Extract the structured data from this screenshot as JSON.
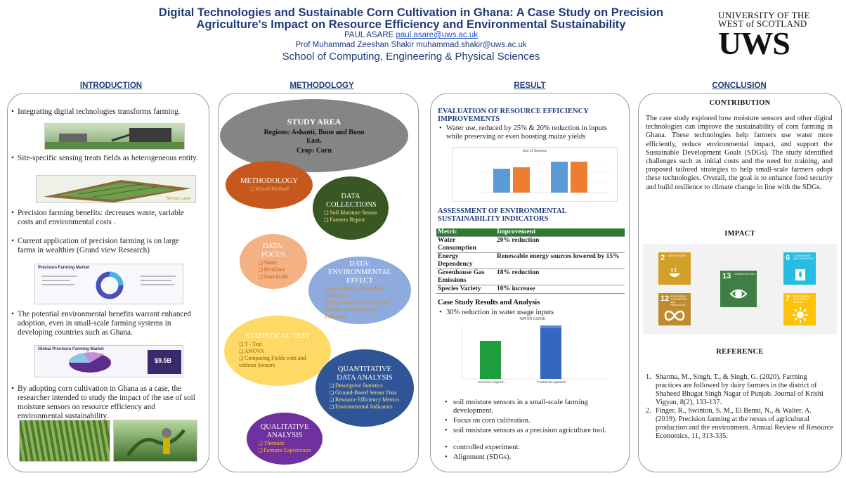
{
  "header": {
    "title_line1": "Digital Technologies and Sustainable Corn Cultivation in Ghana: A Case Study on Precision",
    "title_line2": "Agriculture's Impact on Resource Efficiency and Environmental Sustainability",
    "author1_name": "PAUL ASARE",
    "author1_email": "paul.asare@uws.ac.uk",
    "author2": "Prof Muhammad Zeeshan Shakir muhammad.shakir@uws.ac.uk",
    "school": "School of Computing, Engineering & Physical Sciences",
    "logo_line1": "UNIVERSITY OF THE",
    "logo_line2": "WEST of SCOTLAND",
    "logo_mark": "UWS"
  },
  "sections": {
    "introduction": "INTRODUCTION",
    "methodology": "METHODOLOGY",
    "result": "RESULT",
    "conclusion": "CONCLUSION"
  },
  "introduction": {
    "items": [
      "Integrating digital technologies transforms farming.",
      "Site-specific sensing treats fields as heterogeneous entity.",
      "Precision farming benefits: decreases waste, variable costs and environmental costs .",
      "Current application of precision farming is on large farms in wealthier (Grand view Research)",
      "The potential environmental benefits warrant enhanced adoption, even in small-scale farming systems in developing countries such as Ghana.",
      "By adopting corn cultivation in Ghana as a case, the researcher intended to study the impact of the use of soil moisture sensors on resource efficiency and environmental sustainability."
    ],
    "market1_title": "Precision Farming Market",
    "market2_title": "Global Precision Farming Market",
    "market2_value": "$9.5B",
    "sensor_label": "Sensor Layer"
  },
  "methodology": {
    "study_area": {
      "title": "STUDY AREA",
      "regions": "Regions: Ashanti, Bono and Bono East.",
      "crop": "Crop: Corn"
    },
    "method": {
      "title": "METHODOLOGY",
      "items": [
        "Mixed Method"
      ]
    },
    "data_collections": {
      "title": "DATA COLLECTIONS",
      "items": [
        "Soil Moisture Sensor",
        "Farmers Report"
      ]
    },
    "data_focus": {
      "title": "DATA: FOCUS",
      "items": [
        "Water",
        "Fertilizer",
        "Insecticide"
      ]
    },
    "env_effect": {
      "title": "DATA: ENVIRONMENTAL EFFECT",
      "items": [
        "Agrochemical Residual Reduction",
        "Greenhouse Gas Emission",
        "Other Environmental Indicators"
      ]
    },
    "stat_test": {
      "title": "STATISTICAL TEST",
      "items": [
        "T - Test",
        "ANOVA",
        "Comparing Fields with and without Sensors"
      ]
    },
    "quantitative": {
      "title": "QUANTITATIVE DATA ANALYSIS",
      "items": [
        "Descriptive Statistics",
        "Ground-Based Sensor Data",
        "Resource Efficiency Metrics",
        "Environmental Indicators"
      ]
    },
    "qualitative": {
      "title": "QUALITATIVE ANALYSIS",
      "items": [
        "Thematic",
        "Farmers Experiences"
      ]
    }
  },
  "result": {
    "eval_heading": "EVALUATION OF RESOURCE EFFICIENCY IMPROVEMENTS",
    "eval_bullet": "Water use, reduced by 25% & 20% reduction in inputs while preserving or even boosting maize yields",
    "chart1_title": "Use of Sensors",
    "assess_heading": "ASSESSMENT OF ENVIRONMENTAL SUSTAINABILITY INDICATORS",
    "table": {
      "headers": [
        "Metric",
        "Improvement"
      ],
      "rows": [
        [
          "Water Consumption",
          "20% reduction"
        ],
        [
          "Energy Dependency",
          "Renewable energy sources lowered by 15%"
        ],
        [
          "Greenhouse Gas Emissions",
          "18% reduction"
        ],
        [
          "Species Variety",
          "10% increase"
        ]
      ]
    },
    "case_heading": "Case Study Results and Analysis",
    "case_bullet": "30% reduction in water usage inputs",
    "chart2_title": "WATER USAGE",
    "chart2_labels": [
      "Precision Irrigation",
      "Traditional Approach"
    ],
    "bullets": [
      "soil moisture sensors in a small-scale farming development.",
      "Focus on corn cultivation.",
      "soil moisture sensors as a precision agriculture tool.",
      "controlled experiment.",
      "Alignment (SDGs)."
    ]
  },
  "conclusion": {
    "contribution_heading": "CONTRIBUTION",
    "contribution_text": "The case study explored how moisture sensors and other digital technologies can improve the sustainability of corn farming in Ghana. These technologies help farmers use water more efficiently, reduce environmental impact, and support the Sustainable Development Goals (SDGs). The study identified challenges such as initial costs and the need for training, and proposed tailored strategies to help small-scale farmers adopt these technologies. Overall, the goal is to enhance food security and build resilience to climate change in line with the SDGs.",
    "impact_heading": "IMPACT",
    "sdgs": [
      {
        "num": "2",
        "label": "ZERO HUNGER",
        "color": "#d3a029"
      },
      {
        "num": "6",
        "label": "CLEAN WATER AND SANITATION",
        "color": "#26bde2"
      },
      {
        "num": "13",
        "label": "CLIMATE ACTION",
        "color": "#3f7e44"
      },
      {
        "num": "12",
        "label": "RESPONSIBLE CONSUMPTION AND PRODUCTION",
        "color": "#bf8b2e"
      },
      {
        "num": "7",
        "label": "AFFORDABLE AND CLEAN ENERGY",
        "color": "#fcc30b"
      }
    ],
    "reference_heading": "REFERENCE",
    "references": [
      "Sharma, M., Singh, T., & Singh, G. (2020). Farming practices are followed by dairy farmers in the district of Shaheed Bhugat Singh Nagar of Punjab. Journal of Krishi Vigyan, 8(2), 133-137.",
      "Finger, R., Swinton, S. M., El Benni, N., & Walter, A. (2019). Precision farming at the nexus of agricultural production and the environment. Annual Review of Resource Economics, 11, 313-335."
    ]
  }
}
